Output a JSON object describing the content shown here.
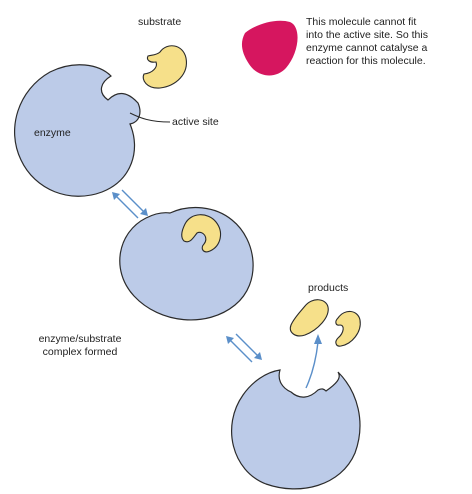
{
  "labels": {
    "substrate": "substrate",
    "active_site": "active site",
    "enzyme": "enzyme",
    "complex_line1": "enzyme/substrate",
    "complex_line2": "complex formed",
    "products": "products"
  },
  "note_lines": [
    "This molecule cannot fit",
    "into the active site. So this",
    "enzyme cannot catalyse a",
    "reaction for this molecule."
  ],
  "colors": {
    "enzyme_fill": "#bccbe8",
    "substrate_fill": "#f6e08a",
    "incompatible_molecule_fill": "#d6165f",
    "outline": "#2b2b2b",
    "arrow": "#5b8fc9"
  }
}
